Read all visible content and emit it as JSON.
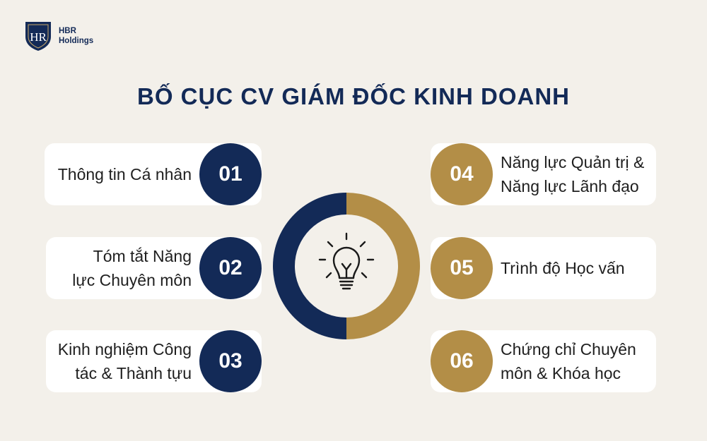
{
  "brand": {
    "line1": "HBR",
    "line2": "Holdings",
    "emblem_letters": "HR"
  },
  "title": "BỐ CỤC CV GIÁM ĐỐC KINH DOANH",
  "colors": {
    "navy": "#132a57",
    "gold": "#b38e47",
    "background": "#f3f0ea",
    "card": "#ffffff"
  },
  "center_icon": "lightbulb-icon",
  "items": [
    {
      "number": "01",
      "lines": [
        "Thông tin Cá nhân"
      ],
      "color": "navy"
    },
    {
      "number": "02",
      "lines": [
        "Tóm tắt Năng",
        "lực Chuyên môn"
      ],
      "color": "navy"
    },
    {
      "number": "03",
      "lines": [
        "Kinh nghiệm Công",
        "tác & Thành tựu"
      ],
      "color": "navy"
    },
    {
      "number": "04",
      "lines": [
        "Năng lực Quản trị &",
        "Năng lực Lãnh đạo"
      ],
      "color": "gold"
    },
    {
      "number": "05",
      "lines": [
        "Trình độ Học vấn"
      ],
      "color": "gold"
    },
    {
      "number": "06",
      "lines": [
        "Chứng chỉ Chuyên",
        "môn & Khóa học"
      ],
      "color": "gold"
    }
  ]
}
